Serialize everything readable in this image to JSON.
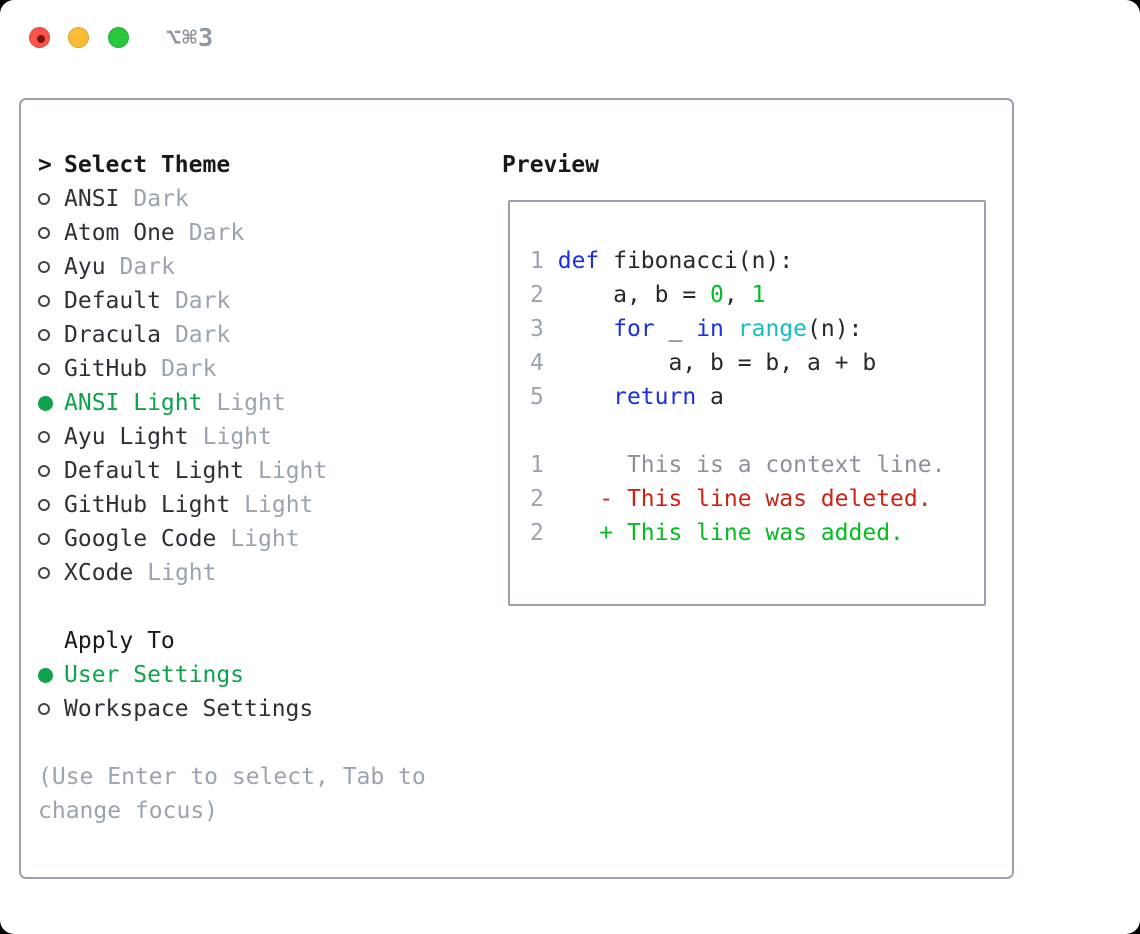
{
  "window": {
    "title": "⌥⌘3",
    "traffic_lights": [
      "close",
      "minimize",
      "zoom"
    ]
  },
  "theme_list": {
    "pointer": ">",
    "header": "Select Theme",
    "items": [
      {
        "name": "ANSI",
        "variant": "Dark",
        "selected": false
      },
      {
        "name": "Atom One",
        "variant": "Dark",
        "selected": false
      },
      {
        "name": "Ayu",
        "variant": "Dark",
        "selected": false
      },
      {
        "name": "Default",
        "variant": "Dark",
        "selected": false
      },
      {
        "name": "Dracula",
        "variant": "Dark",
        "selected": false
      },
      {
        "name": "GitHub",
        "variant": "Dark",
        "selected": false
      },
      {
        "name": "ANSI Light",
        "variant": "Light",
        "selected": true
      },
      {
        "name": "Ayu Light",
        "variant": "Light",
        "selected": false
      },
      {
        "name": "Default Light",
        "variant": "Light",
        "selected": false
      },
      {
        "name": "GitHub Light",
        "variant": "Light",
        "selected": false
      },
      {
        "name": "Google Code",
        "variant": "Light",
        "selected": false
      },
      {
        "name": "XCode",
        "variant": "Light",
        "selected": false
      }
    ]
  },
  "apply_to": {
    "header": "Apply To",
    "options": [
      {
        "label": "User Settings",
        "selected": true
      },
      {
        "label": "Workspace Settings",
        "selected": false
      }
    ]
  },
  "footer_hint": "(Use Enter to select, Tab to change focus)",
  "preview": {
    "header": "Preview",
    "code_lines": [
      {
        "num": "1",
        "tokens": [
          {
            "text": " ",
            "color": "fg"
          },
          {
            "text": "def",
            "color": "kw"
          },
          {
            "text": " fibonacci(n):",
            "color": "fg"
          }
        ]
      },
      {
        "num": "2",
        "tokens": [
          {
            "text": "     a, b = ",
            "color": "fg"
          },
          {
            "text": "0",
            "color": "num"
          },
          {
            "text": ", ",
            "color": "fg"
          },
          {
            "text": "1",
            "color": "num"
          }
        ]
      },
      {
        "num": "3",
        "tokens": [
          {
            "text": "     ",
            "color": "fg"
          },
          {
            "text": "for",
            "color": "kw"
          },
          {
            "text": " _ ",
            "color": "fg"
          },
          {
            "text": "in",
            "color": "kw"
          },
          {
            "text": " ",
            "color": "fg"
          },
          {
            "text": "range",
            "color": "builtin"
          },
          {
            "text": "(n):",
            "color": "fg"
          }
        ]
      },
      {
        "num": "4",
        "tokens": [
          {
            "text": "         a, b = b, a + b",
            "color": "fg"
          }
        ]
      },
      {
        "num": "5",
        "tokens": [
          {
            "text": "     ",
            "color": "fg"
          },
          {
            "text": "return",
            "color": "kw"
          },
          {
            "text": " a",
            "color": "fg"
          }
        ]
      },
      {
        "num": "",
        "tokens": []
      },
      {
        "num": "1",
        "tokens": [
          {
            "text": "      This is a context line.",
            "color": "context"
          }
        ]
      },
      {
        "num": "2",
        "tokens": [
          {
            "text": "    - This line was deleted.",
            "color": "deleted"
          }
        ]
      },
      {
        "num": "2",
        "tokens": [
          {
            "text": "    + This line was added.",
            "color": "added"
          }
        ]
      }
    ]
  },
  "colors": {
    "selection_green": "#0fa24b",
    "code_green": "#03bd23",
    "keyword_blue": "#1b2fe0",
    "builtin_cyan": "#14bfc4",
    "deleted_red": "#cb2417",
    "muted_gray": "#9aa3b0",
    "panel_border": "#99a2ac",
    "traffic_red": "#f9544c",
    "traffic_yellow": "#fcbb34",
    "traffic_green": "#29c73e"
  }
}
